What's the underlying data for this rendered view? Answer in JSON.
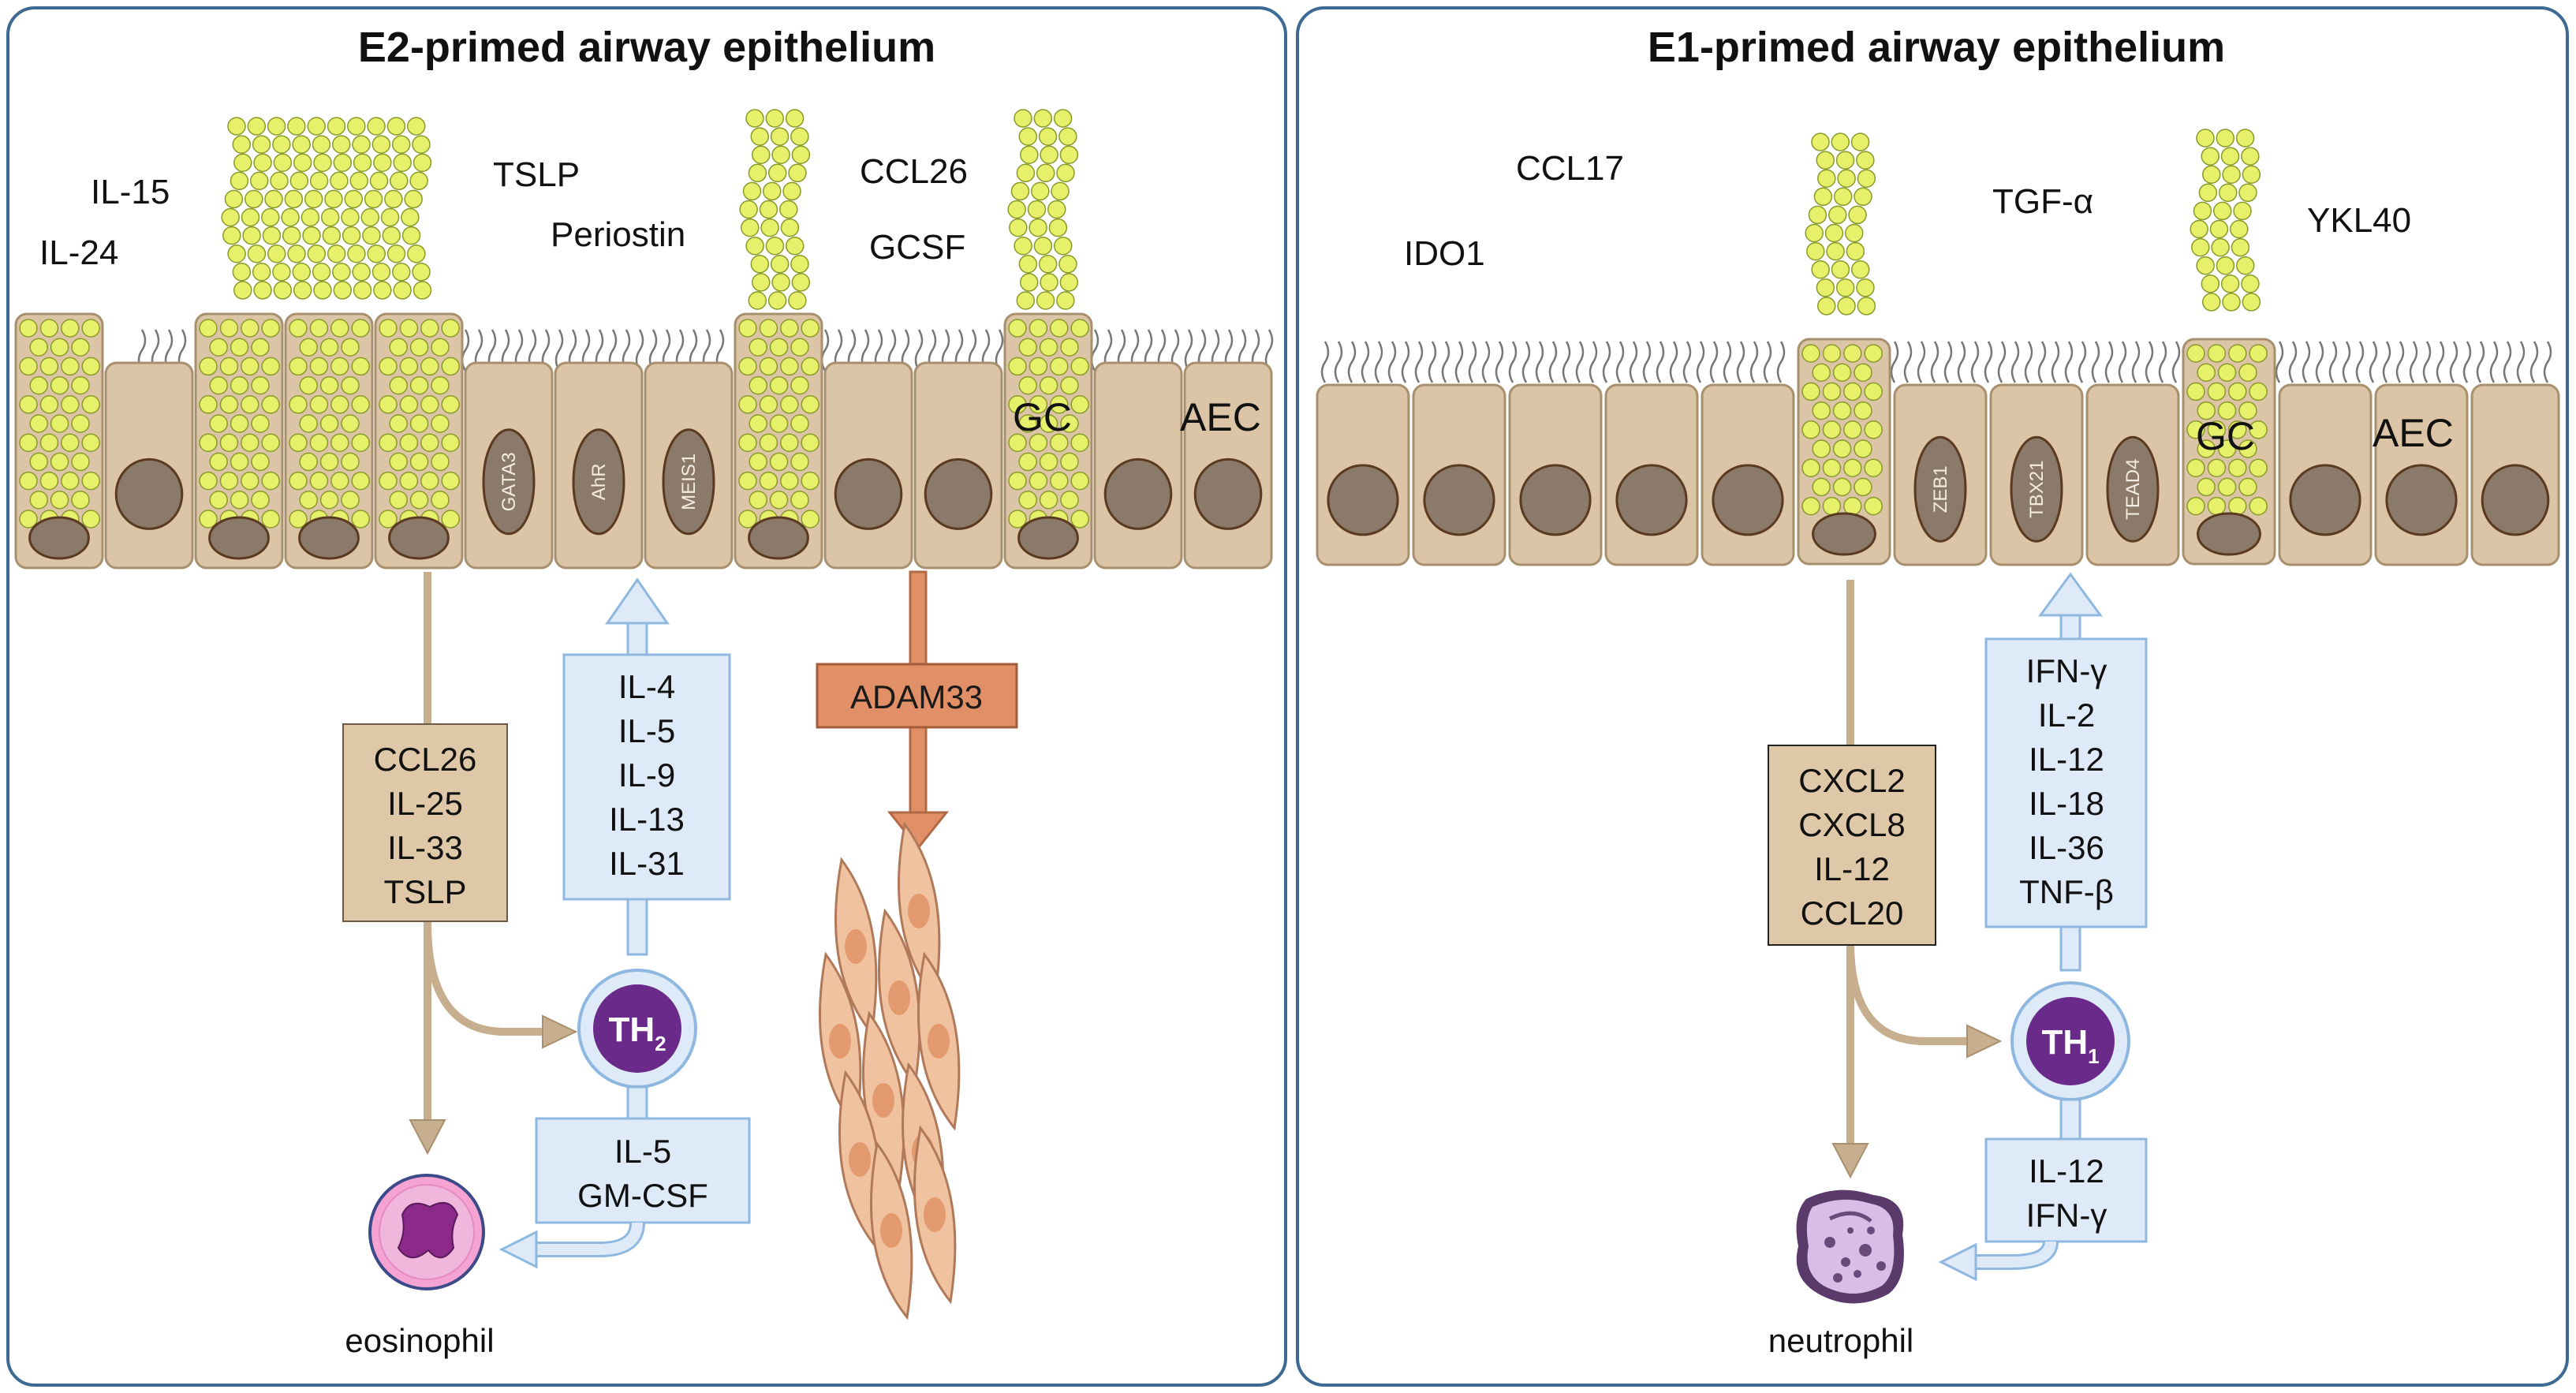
{
  "left_panel": {
    "title": "E2-primed airway epithelium",
    "secreted": [
      "IL-15",
      "IL-24",
      "TSLP",
      "Periostin",
      "CCL26",
      "GCSF"
    ],
    "transcription_factors": [
      "GATA3",
      "AhR",
      "MEIS1"
    ],
    "goblet_label": "GC",
    "epithelial_label": "AEC",
    "epithelial_signals": [
      "CCL26",
      "IL-25",
      "IL-33",
      "TSLP"
    ],
    "th_cytokines": [
      "IL-4",
      "IL-5",
      "IL-9",
      "IL-13",
      "IL-31"
    ],
    "th_cell": {
      "main": "TH",
      "sub": "2"
    },
    "feedback_cytokines": [
      "IL-5",
      "GM-CSF"
    ],
    "adam_label": "ADAM33",
    "target_cell": "eosinophil"
  },
  "right_panel": {
    "title": "E1-primed airway epithelium",
    "secreted": [
      "CCL17",
      "IDO1",
      "TGF-α",
      "YKL40"
    ],
    "transcription_factors": [
      "ZEB1",
      "TBX21",
      "TEAD4"
    ],
    "goblet_label": "GC",
    "epithelial_label": "AEC",
    "epithelial_signals": [
      "CXCL2",
      "CXCL8",
      "IL-12",
      "CCL20"
    ],
    "th_cytokines": [
      "IFN-γ",
      "IL-2",
      "IL-12",
      "IL-18",
      "IL-36",
      "TNF-β"
    ],
    "th_cell": {
      "main": "TH",
      "sub": "1"
    },
    "feedback_cytokines": [
      "IL-12",
      "IFN-γ"
    ],
    "target_cell": "neutrophil"
  },
  "colors": {
    "panel_border": "#3d6a93",
    "cell_fill": "#dcc4a6",
    "cell_stroke": "#a8906f",
    "nucleus": "#8b7a6a",
    "granule": "#e6f06a",
    "tan_box": "#dfc8a8",
    "blue_box": "#deeaf7",
    "blue_stroke": "#8fb8e0",
    "th_fill": "#6a2a8a",
    "adam_fill": "#e08f66",
    "eosinophil": "#f4a3d2",
    "neutrophil": "#d8bde6"
  }
}
